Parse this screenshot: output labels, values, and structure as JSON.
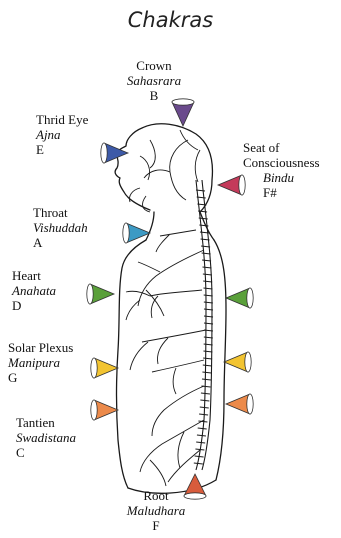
{
  "title": "Chakras",
  "chakras": [
    {
      "name": "Crown",
      "sanskrit": "Sahasrara",
      "note": "B",
      "color": "#6a4a8c"
    },
    {
      "name": "Thrid Eye",
      "sanskrit": "Ajna",
      "note": "E",
      "color": "#3d5aa8"
    },
    {
      "name": "Seat of Consciousness",
      "name_line1": "Seat of",
      "name_line2": "Consciousness",
      "sanskrit": "Bindu",
      "note": "F#",
      "color": "#c43a5a"
    },
    {
      "name": "Throat",
      "sanskrit": "Vishuddah",
      "note": "A",
      "color": "#3c9ac4"
    },
    {
      "name": "Heart",
      "sanskrit": "Anahata",
      "note": "D",
      "color": "#5aa03a"
    },
    {
      "name": "Solar Plexus",
      "sanskrit": "Manipura",
      "note": "G",
      "color": "#f2c431"
    },
    {
      "name": "Tantien",
      "sanskrit": "Swadistana",
      "note": "C",
      "color": "#ec8a4a"
    },
    {
      "name": "Root",
      "sanskrit": "Maludhara",
      "note": "F",
      "color": "#d85c3c"
    }
  ],
  "colors": {
    "ink": "#1a1a1a",
    "body_fill": "#ffffff"
  }
}
